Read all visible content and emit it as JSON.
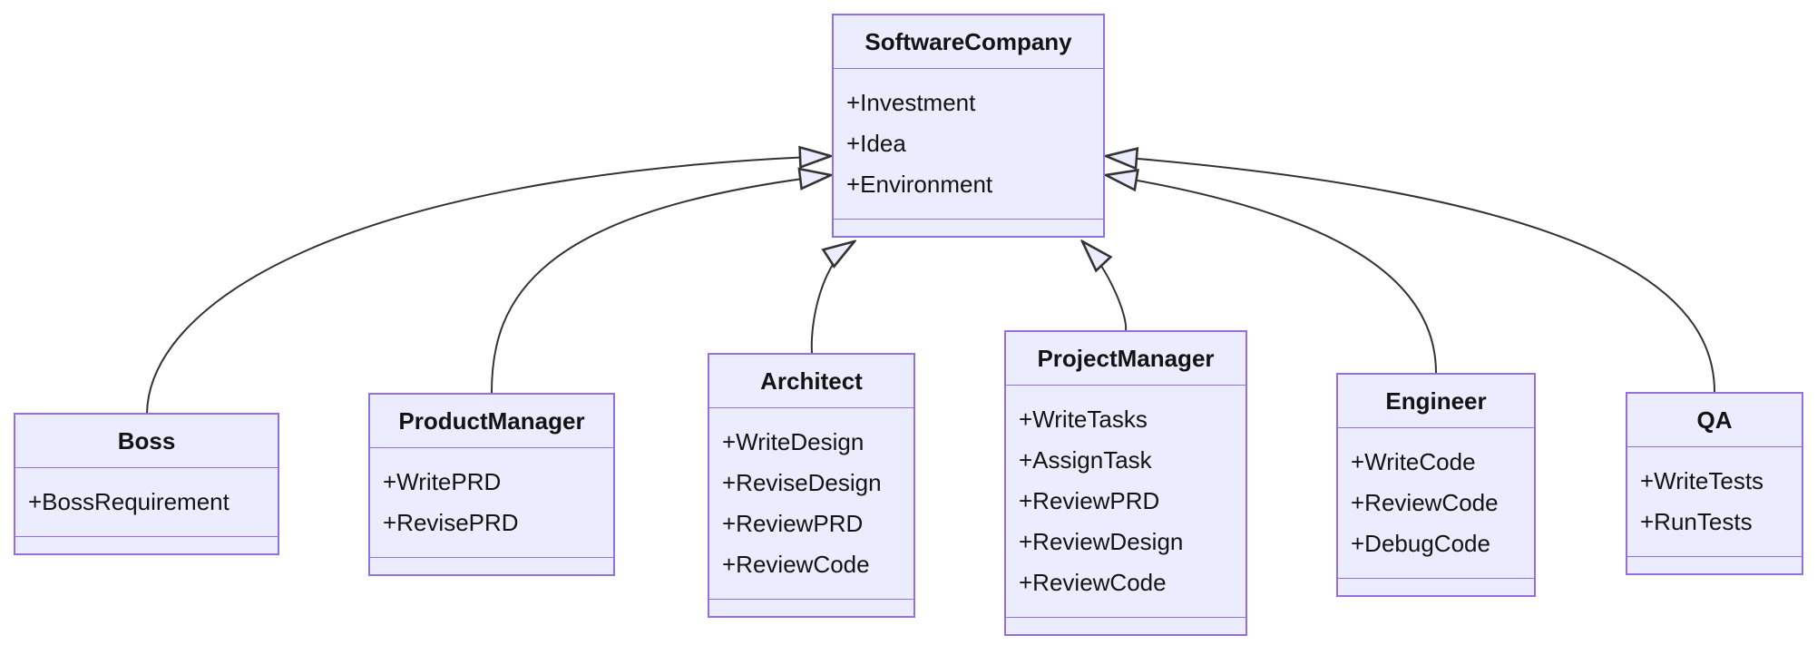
{
  "diagram": {
    "type": "uml-class-diagram",
    "classes": {
      "software_company": {
        "name": "SoftwareCompany",
        "attributes": [
          "+Investment",
          "+Idea",
          "+Environment"
        ],
        "methods": []
      },
      "boss": {
        "name": "Boss",
        "attributes": [
          "+BossRequirement"
        ],
        "methods": []
      },
      "product_manager": {
        "name": "ProductManager",
        "attributes": [
          "+WritePRD",
          "+RevisePRD"
        ],
        "methods": []
      },
      "architect": {
        "name": "Architect",
        "attributes": [
          "+WriteDesign",
          "+ReviseDesign",
          "+ReviewPRD",
          "+ReviewCode"
        ],
        "methods": []
      },
      "project_manager": {
        "name": "ProjectManager",
        "attributes": [
          "+WriteTasks",
          "+AssignTask",
          "+ReviewPRD",
          "+ReviewDesign",
          "+ReviewCode"
        ],
        "methods": []
      },
      "engineer": {
        "name": "Engineer",
        "attributes": [
          "+WriteCode",
          "+ReviewCode",
          "+DebugCode"
        ],
        "methods": []
      },
      "qa": {
        "name": "QA",
        "attributes": [
          "+WriteTests",
          "+RunTests"
        ],
        "methods": []
      }
    },
    "relationships": [
      {
        "from": "Boss",
        "to": "SoftwareCompany",
        "type": "inheritance"
      },
      {
        "from": "ProductManager",
        "to": "SoftwareCompany",
        "type": "inheritance"
      },
      {
        "from": "Architect",
        "to": "SoftwareCompany",
        "type": "inheritance"
      },
      {
        "from": "ProjectManager",
        "to": "SoftwareCompany",
        "type": "inheritance"
      },
      {
        "from": "Engineer",
        "to": "SoftwareCompany",
        "type": "inheritance"
      },
      {
        "from": "QA",
        "to": "SoftwareCompany",
        "type": "inheritance"
      }
    ],
    "colors": {
      "node_fill": "#ECECFF",
      "node_border": "#9370DB",
      "edge_stroke": "#333333",
      "text": "#131313",
      "background": "#FFFFFF"
    }
  }
}
